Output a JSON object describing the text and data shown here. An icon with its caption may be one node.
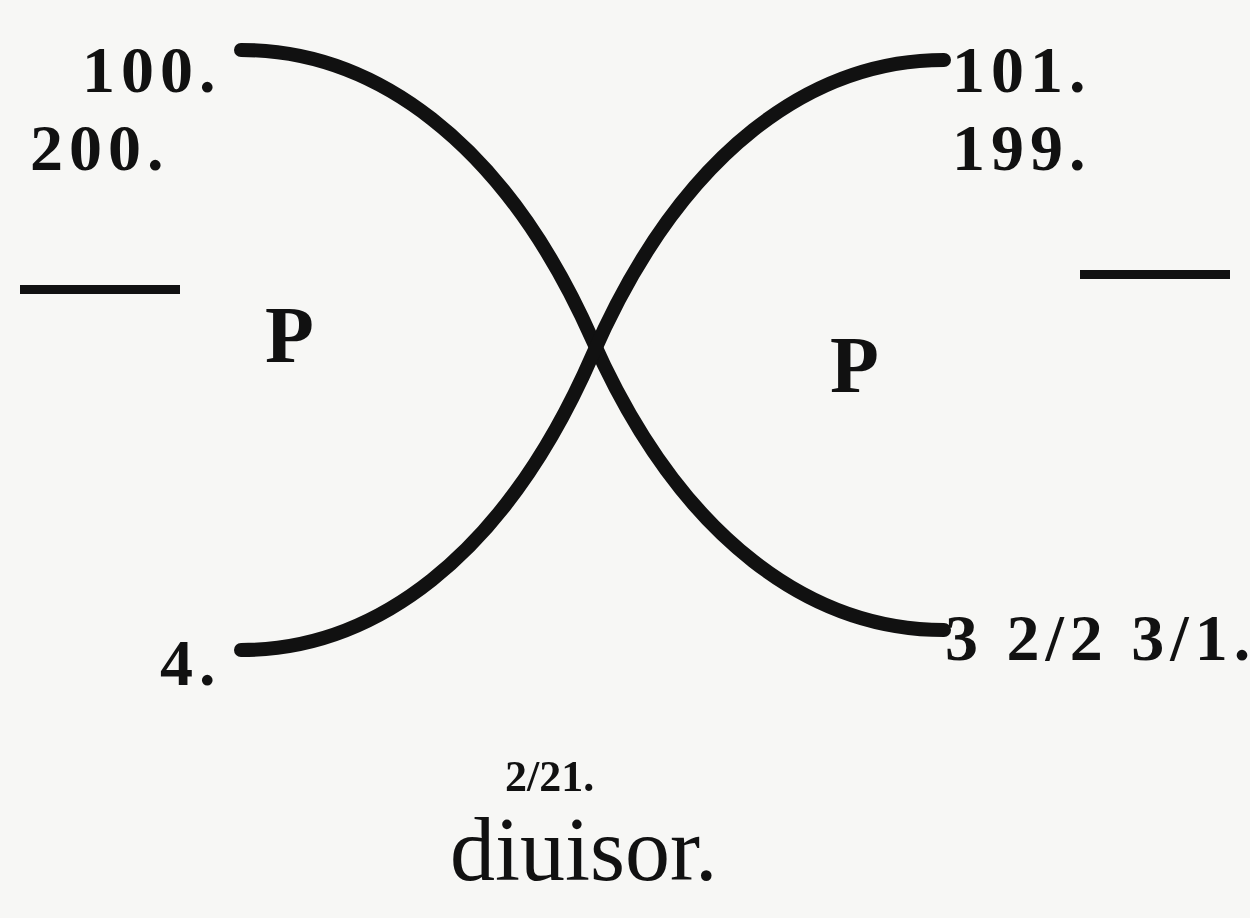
{
  "diagram": {
    "nodes": [
      {
        "text": [
          "100.",
          "200."
        ]
      },
      {
        "text": [
          "101.",
          "199."
        ]
      },
      {
        "text": [
          "4."
        ]
      },
      {
        "text": [
          "3 2/2 3/1."
        ]
      }
    ],
    "edges": [
      {
        "from": 0,
        "to": 3,
        "arrow": "none"
      },
      {
        "from": 2,
        "to": 1,
        "arrow": "none"
      }
    ],
    "labels": [
      "P",
      "P",
      "2/21.",
      "diuisor."
    ]
  }
}
